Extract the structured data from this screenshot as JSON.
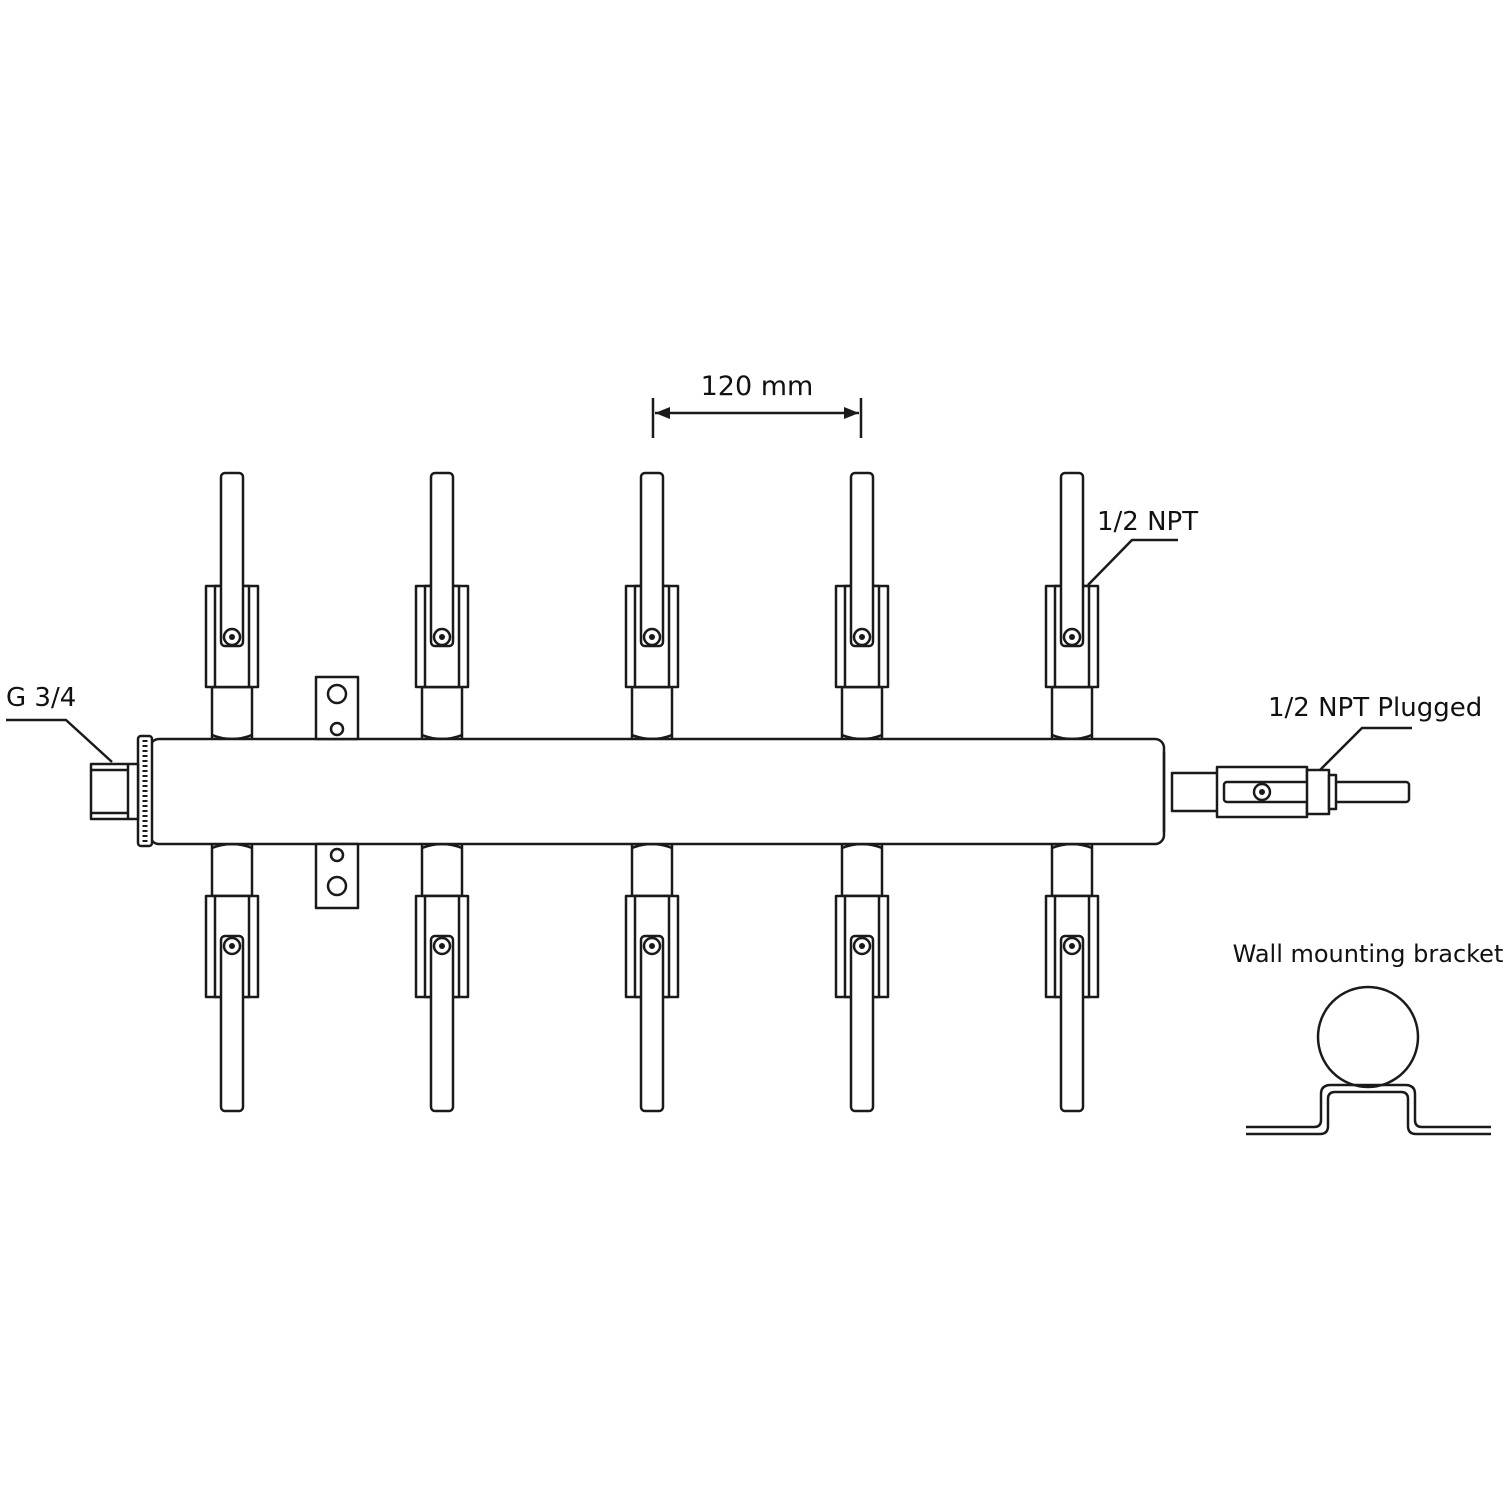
{
  "labels": {
    "dimension": "120 mm",
    "outlet_thread": "1/2 NPT",
    "inlet_thread": "G 3/4",
    "plugged_end": "1/2 NPT Plugged",
    "bracket_title": "Wall mounting bracket"
  },
  "layout": {
    "outlets_per_side": 5,
    "sides": [
      "top",
      "bottom"
    ],
    "mounting_brackets_on_manifold": 1
  },
  "colors": {
    "line": "#1a1a1a",
    "background": "#ffffff"
  }
}
